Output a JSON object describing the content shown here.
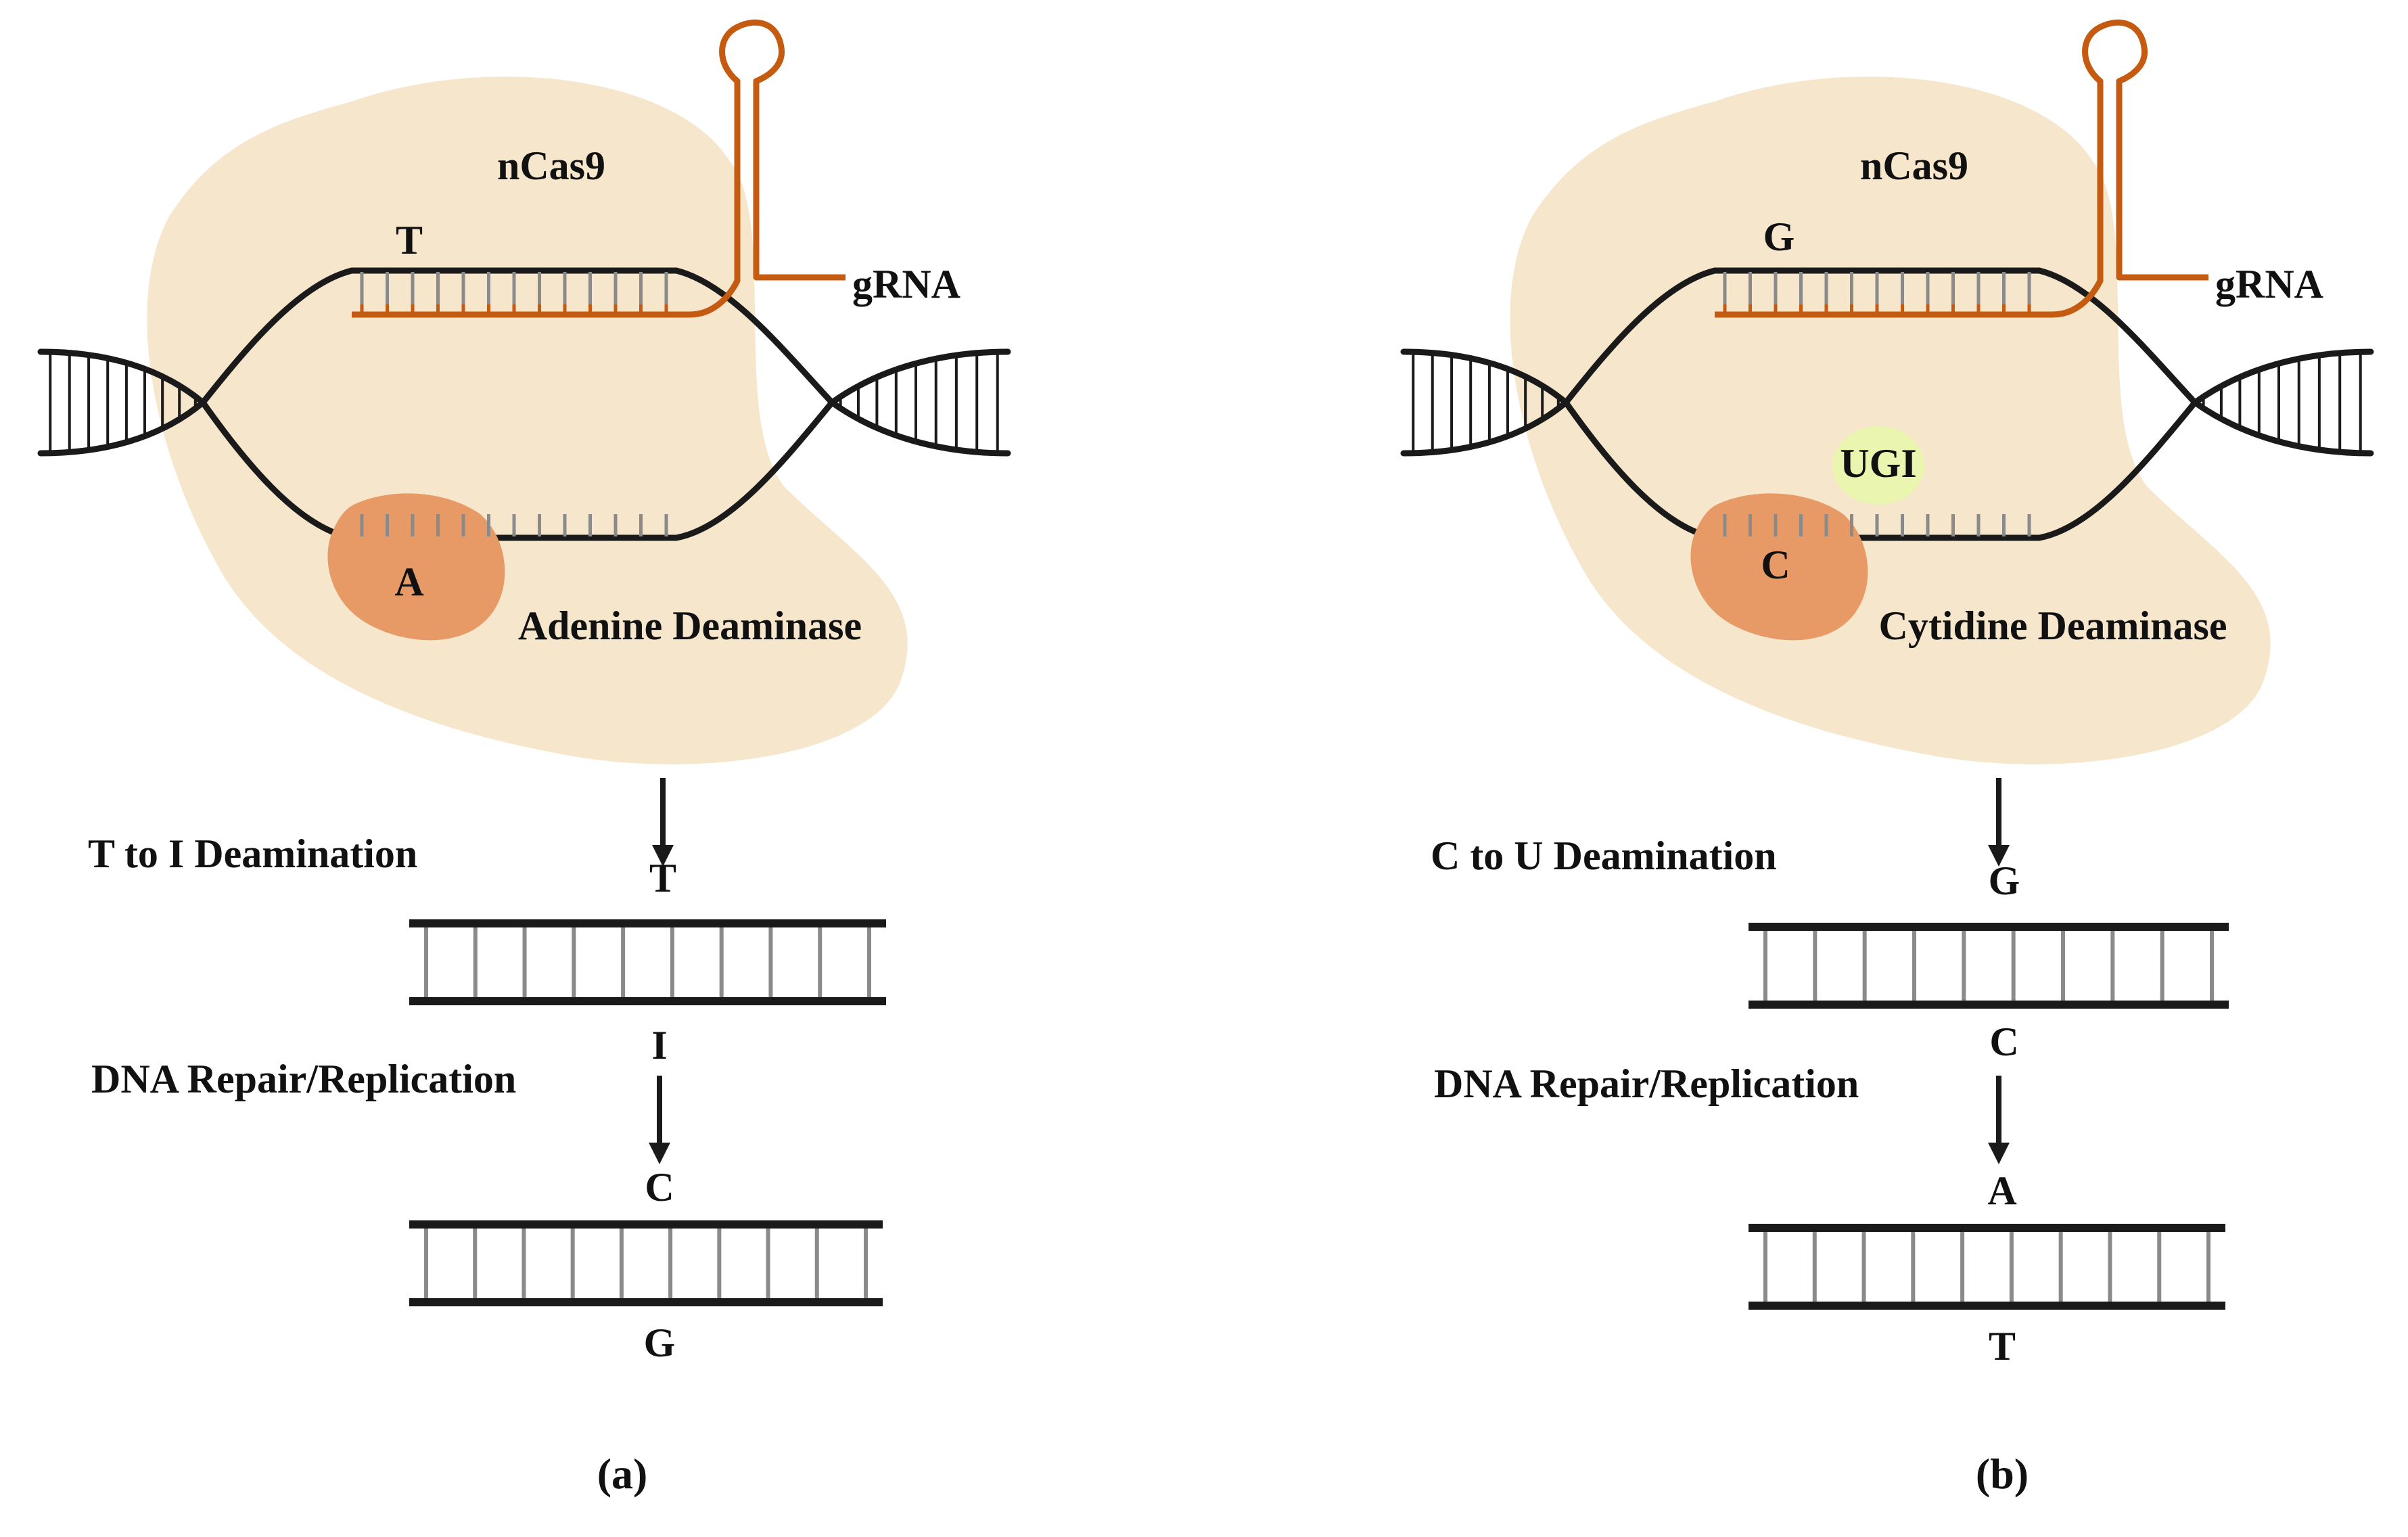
{
  "colors": {
    "protein": "#f5e6cc",
    "dna_strand": "#1a1a1a",
    "dna_rung": "#8a8a8a",
    "grna": "#c55a11",
    "deaminase": "#e89a66",
    "ugi": "#eaf5b0",
    "mutated_base": "#ee1c24"
  },
  "panel_a": {
    "enzyme_label": "nCas9",
    "grna_label": "gRNA",
    "top_base": "T",
    "bottom_base": "A",
    "deaminase_label": "Adenine Deaminase",
    "step1_label": "T to I Deamination",
    "step1_top_base": "T",
    "step1_bottom_base": "I",
    "step2_label": "DNA Repair/Replication",
    "step2_top_base": "C",
    "step2_bottom_base": "G",
    "panel_label": "(a)"
  },
  "panel_b": {
    "enzyme_label": "nCas9",
    "grna_label": "gRNA",
    "top_base": "G",
    "bottom_base": "C",
    "ugi_label": "UGI",
    "deaminase_label": "Cytidine Deaminase",
    "step1_label": "C to U Deamination",
    "step1_top_base": "G",
    "step1_bottom_base": "C",
    "step2_label": "DNA Repair/Replication",
    "step2_top_base": "A",
    "step2_bottom_base": "T",
    "panel_label": "(b)"
  }
}
